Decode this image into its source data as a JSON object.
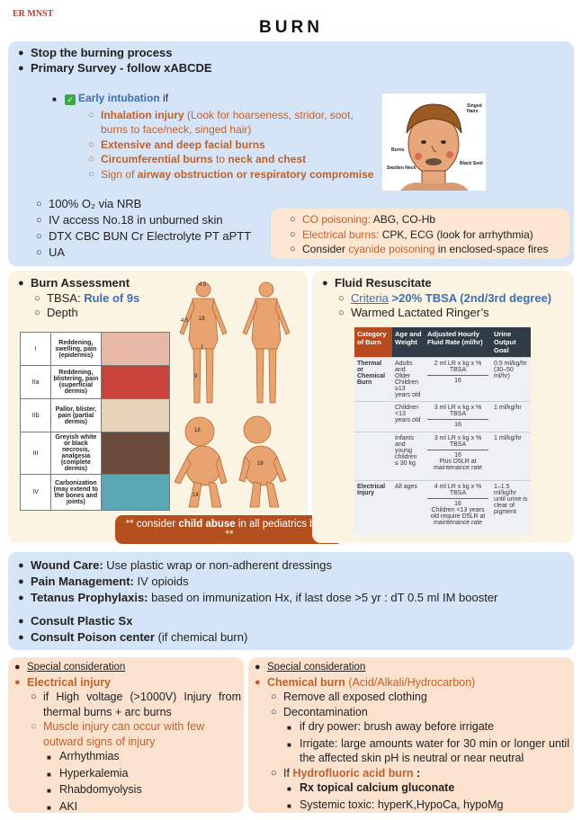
{
  "header": {
    "tag": "ER MNST",
    "title": "BURN"
  },
  "primary": {
    "stop": "Stop the burning process",
    "survey": "Primary Survey - follow xABCDE",
    "intubation_label": "Early intubation",
    "intubation_if": "if",
    "inhalation_bold": "Inhalation injury",
    "inhalation_rest": "(Look for hoarseness, stridor, soot,",
    "inhalation_rest2": "burns to face/neck, singed hair)",
    "facial": "Extensive and deep facial burns",
    "circ_a": "Circumferential  burns",
    "circ_b": "to",
    "circ_c": "neck and chest",
    "airway_a": "Sign of",
    "airway_b": "airway obstruction or respiratory compromise",
    "o2": "100% O₂ via NRB",
    "iv": "IV access No.18 in unburned skin",
    "labs": "DTX CBC BUN Cr Electrolyte PT aPTT",
    "ua": "UA",
    "face_labels": {
      "singed": "Singed Hairs",
      "burns": "Burns",
      "swollen": "Swollen Neck",
      "soot": "Black Soot"
    }
  },
  "monitor": {
    "co_a": "CO poisoning:",
    "co_b": "ABG, CO-Hb",
    "elec_a": "Electrical burns:",
    "elec_b": "CPK, ECG (look for arrhythmia)",
    "cy_a": "Consider",
    "cy_b": "cyanide poisoning",
    "cy_c": "in enclosed-space fires"
  },
  "assessment": {
    "title": "Burn Assessment",
    "tbsa_a": "TBSA:",
    "tbsa_b": "Rule of 9s",
    "depth": "Depth",
    "depth_rows": [
      {
        "grade": "I",
        "desc": "Reddening, swelling, pain (epidermis)"
      },
      {
        "grade": "IIa",
        "desc": "Reddening, blistering, pain (superficial dermis)"
      },
      {
        "grade": "IIb",
        "desc": "Pallor, blister, pain (partial dermis)"
      },
      {
        "grade": "III",
        "desc": "Greyish white or black necrosis, analgesia (complete dermis)"
      },
      {
        "grade": "IV",
        "desc": "Carbonization (may extend to the bones and joints)"
      }
    ],
    "body_labels": {
      "head": "4.5",
      "torso": "18",
      "arm": "4.5",
      "leg": "9",
      "groin": "1",
      "child_head": "18",
      "child_trunk": "18",
      "child_leg": "14"
    },
    "pill_a": "** consider",
    "pill_b": "child abuse",
    "pill_c": "in all pediatrics burn! **"
  },
  "fluid": {
    "title": "Fluid Resuscitate",
    "criteria_link": "Criteria",
    "criteria_val": ">20% TBSA (2nd/3rd degree)",
    "rl": "Warmed Lactated Ringer’s",
    "table": {
      "headers": [
        "Category of Burn",
        "Age and Weight",
        "Adjusted Hourly Fluid Rate (ml/hr)",
        "Urine Output Goal"
      ],
      "rows": [
        {
          "cat": "Thermal or Chemical Burn",
          "age": "Adults and Older Children ≥13 years old",
          "formula": "2 ml LR x kg x % TBSA",
          "den": "16",
          "note": "",
          "urine": "0.5 ml/kg/hr (30–50 ml/hr)"
        },
        {
          "cat": "",
          "age": "Children <13 years old",
          "formula": "3 ml LR x kg x % TBSA",
          "den": "16",
          "note": "",
          "urine": "1 ml/kg/hr"
        },
        {
          "cat": "",
          "age": "Infants and young children ≤ 30 kg",
          "formula": "3 ml LR x kg x % TBSA",
          "den": "16",
          "note": "Plus D5LR at maintenance rate",
          "urine": "1 ml/kg/hr"
        },
        {
          "cat": "Electrical Injury",
          "age": "All ages",
          "formula": "4 ml LR x kg x % TBSA",
          "den": "16",
          "note": "Children <13 years old require D5LR at maintenance rate",
          "urine": "1–1.5 ml/kg/hr until urine is clear of pigment"
        }
      ]
    }
  },
  "care": {
    "wound_a": "Wound Care:",
    "wound_b": "Use plastic wrap or non-adherent dressings",
    "pain_a": "Pain Management:",
    "pain_b": "IV opioids",
    "tet_a": "Tetanus Prophylaxis:",
    "tet_b": "based on immunization Hx, if last dose >5 yr : dT 0.5 ml IM booster",
    "plastic": "Consult Plastic Sx",
    "poison_a": "Consult Poison center",
    "poison_b": "(if chemical burn)"
  },
  "special_left": {
    "heading": "Special consideration",
    "title": "Electrical injury",
    "hv": "if High voltage (>1000V) Injury from thermal burns + arc burns",
    "muscle": "Muscle injury can occur with few outward signs of injury",
    "items": [
      "Arrhythmias",
      "Hyperkalemia",
      "Rhabdomyolysis",
      "AKI"
    ]
  },
  "special_right": {
    "heading": "Special consideration",
    "title_a": "Chemical burn",
    "title_b": "(Acid/Alkali/Hydrocarbon)",
    "remove": "Remove all exposed clothing",
    "decon": "Decontamination",
    "dry": "if dry power: brush away before irrigate",
    "irrigate": "Irrigate: large amounts water for 30 min or longer until the affected skin pH is neutral or near neutral",
    "hf_a": "If",
    "hf_b": "Hydrofluoric acid burn",
    "hf_c": ":",
    "rx": "Rx topical calcium gluconate",
    "systemic": "Systemic toxic:  hyperK,HypoCa, hypoMg"
  },
  "colors": {
    "blue_box": "#d6e4f7",
    "cream_box": "#fcf4e2",
    "peach_box": "#fbe2cf",
    "accent_orange": "#c0612b",
    "accent_blue": "#3d6fb6",
    "pill": "#b3501e"
  }
}
